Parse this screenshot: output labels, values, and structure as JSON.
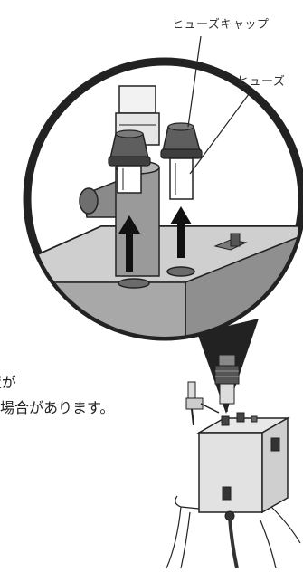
{
  "labels": {
    "fuse_cap": "ヒューズキャップ",
    "fuse": "ヒューズ"
  },
  "notes": {
    "line1": "置が",
    "line2": "場合があります。"
  },
  "colors": {
    "outline": "#222222",
    "gray_dark": "#6b6b6b",
    "gray_mid": "#9a9a9a",
    "gray_light": "#c8c8c8",
    "white": "#ffffff"
  }
}
